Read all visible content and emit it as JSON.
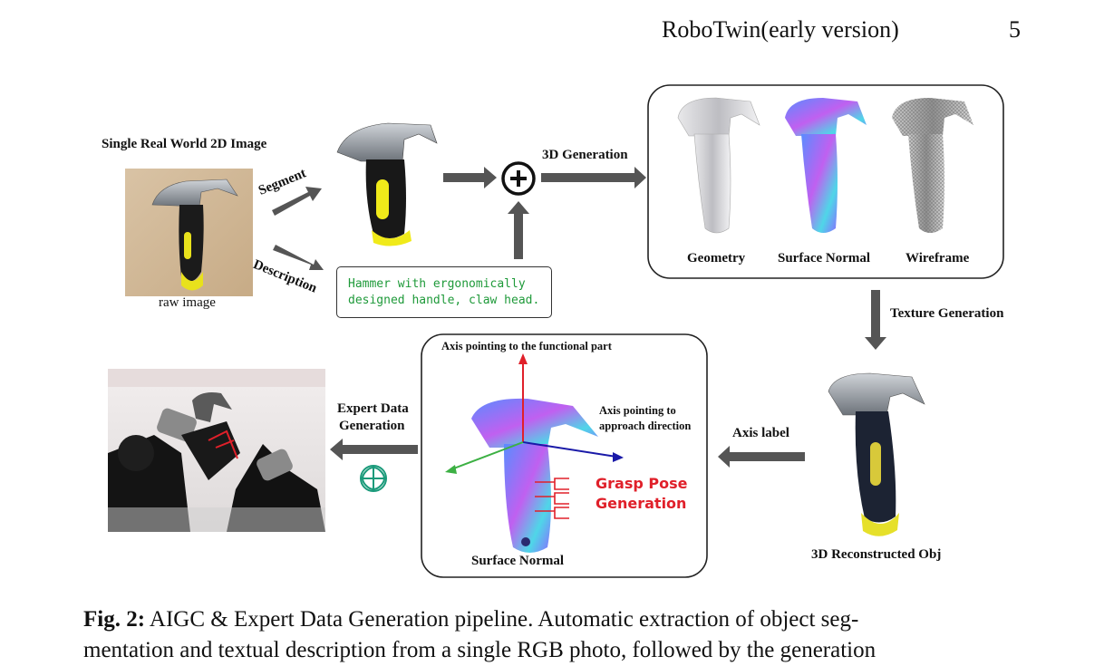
{
  "header": {
    "running_title": "RoboTwin(early version)",
    "page_number": "5"
  },
  "input": {
    "title": "Single Real World 2D Image",
    "raw_label": "raw image"
  },
  "steps": {
    "segment": "Segment",
    "description": "Description",
    "generation_3d": "3D Generation",
    "texture": "Texture Generation",
    "axis_label": "Axis label",
    "expert_line1": "Expert Data",
    "expert_line2": "Generation"
  },
  "text_prompt": {
    "line1": "Hammer with ergonomically",
    "line2": "designed handle, claw head."
  },
  "views": {
    "geometry": "Geometry",
    "surface_normal": "Surface Normal",
    "wireframe": "Wireframe"
  },
  "reconstructed": {
    "label": "3D Reconstructed Obj"
  },
  "axes_panel": {
    "functional": "Axis pointing to the functional part",
    "approach_line1": "Axis pointing to",
    "approach_line2": "approach direction",
    "grasp_line1": "Grasp Pose",
    "grasp_line2": "Generation",
    "surface_normal": "Surface Normal"
  },
  "caption": {
    "label": "Fig. 2:",
    "line1": "AIGC & Expert Data Generation pipeline. Automatic extraction of object seg-",
    "line2": "mentation and textual description from a single RGB photo, followed by the generation"
  },
  "colors": {
    "arrow": "#555555",
    "prompt_text": "#1f9a3a",
    "grasp_red": "#e0202a",
    "axis_green": "#3cb043",
    "axis_blue": "#1a1aa8"
  }
}
